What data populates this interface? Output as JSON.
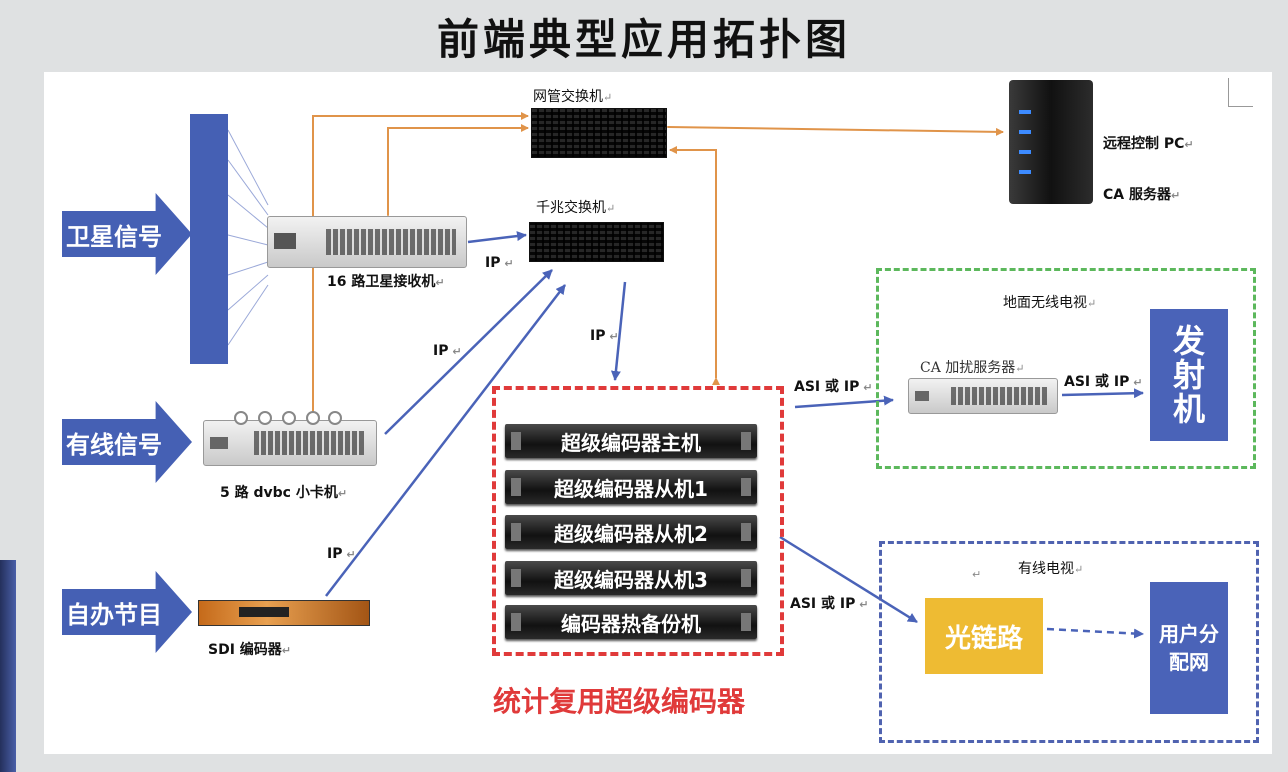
{
  "title": "前端典型应用拓扑图",
  "sources": {
    "satellite": "卫星信号",
    "cable": "有线信号",
    "self": "自办节目"
  },
  "devices": {
    "mgmt_switch": "网管交换机",
    "gigabit_switch": "千兆交换机",
    "sat_receiver": "16 路卫星接收机",
    "dvbc_card": "5 路 dvbc 小卡机",
    "sdi_encoder": "SDI 编码器",
    "remote_pc": "远程控制 PC",
    "ca_server": "CA 服务器",
    "ca_scrambler": "CA 加扰服务器"
  },
  "link_labels": {
    "ip1": "IP",
    "ip2": "IP",
    "ip3": "IP",
    "ip4": "IP",
    "asi1": "ASI 或 IP",
    "asi2": "ASI 或 IP",
    "asi3": "ASI 或 IP"
  },
  "encoders": [
    "超级编码器主机",
    "超级编码器从机1",
    "超级编码器从机2",
    "超级编码器从机3",
    "编码器热备份机"
  ],
  "encoder_group_label": "统计复用超级编码器",
  "terrestrial": {
    "title": "地面无线电视",
    "transmitter": "发射机"
  },
  "cable_tv": {
    "title": "有线电视",
    "optical": "光链路",
    "distribution": "用户分配网"
  },
  "colors": {
    "accent_blue": "#4560b4",
    "orange_link": "#e0944a",
    "red_dash": "#e03a3a",
    "green_dash": "#5cb85c",
    "optical_yellow": "#eebb33"
  }
}
